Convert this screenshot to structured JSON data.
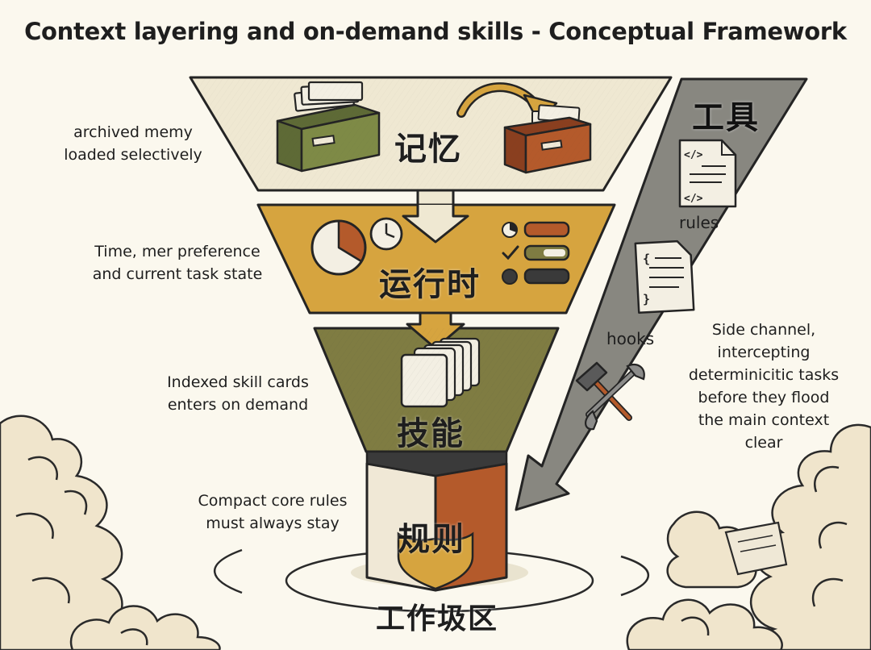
{
  "title": "Context layering and on-demand skills - Conceptual Framework",
  "colors": {
    "memory_layer": "#efe8d2",
    "runtime_layer": "#d6a43f",
    "skills_layer": "#7f7c42",
    "rules_cube_left": "#f0e8d6",
    "rules_cube_right": "#b45a2b",
    "tools_channel": "#888780",
    "outline": "#242424"
  },
  "layers": {
    "memory": {
      "label": "记忆",
      "note": [
        "archived memy",
        "loaded selectively"
      ]
    },
    "runtime": {
      "label": "运行时",
      "note": [
        "Time, mer preference",
        "and current task state"
      ]
    },
    "skills": {
      "label": "技能",
      "note": [
        "Indexed skill cards",
        "enters on demand"
      ]
    },
    "rules": {
      "label": "规则",
      "note": [
        "Compact core rules",
        "must always stay"
      ]
    }
  },
  "tools": {
    "label": "工具",
    "items": [
      "rules",
      "hooks"
    ],
    "note": [
      "Side channel,",
      "intercepting",
      "determinicitic tasks",
      "before they flood",
      "the main context",
      "clear"
    ]
  },
  "workspace_label": "工作圾区",
  "icons": [
    "archive-box-icon",
    "archive-box-icon",
    "curved-arrow-icon",
    "pie-chart-icon",
    "clock-icon",
    "checklist-icon",
    "skill-cards-icon",
    "code-document-icon",
    "bracket-document-icon",
    "hammer-wrench-icon",
    "shield-icon",
    "cloud-icon"
  ]
}
